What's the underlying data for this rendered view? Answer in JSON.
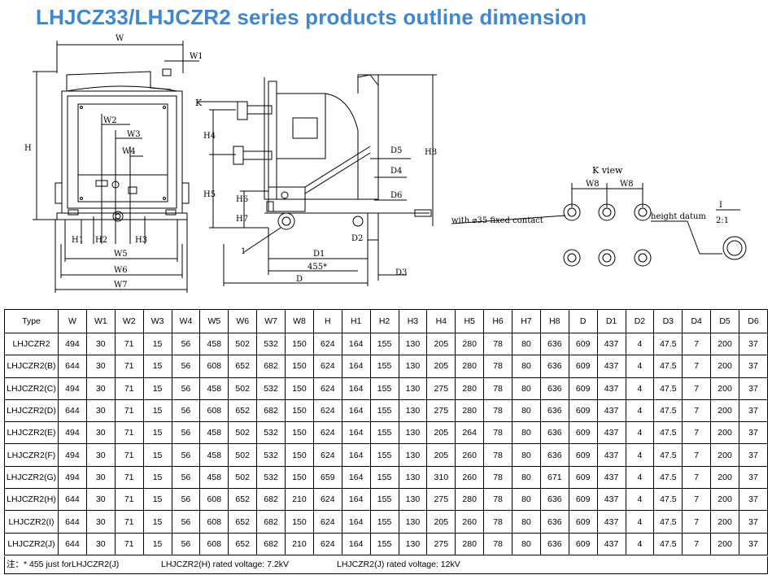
{
  "title": "LHJCZ33/LHJCZR2 series products outline dimension",
  "drawing": {
    "front_labels": {
      "W": "W",
      "W1": "W1",
      "W2": "W2",
      "W3": "W3",
      "W4": "W4",
      "H": "H",
      "H1": "H1",
      "H2": "H2",
      "H3": "H3",
      "W5": "W5",
      "W6": "W6",
      "W7": "W7"
    },
    "side_labels": {
      "K": "K",
      "H4": "H4",
      "H5": "H5",
      "H6": "H6",
      "H7": "H7",
      "D1": "D1",
      "D455": "455*",
      "D": "D",
      "D2": "D2",
      "D3": "D3",
      "D4": "D4",
      "D5": "D5",
      "D6": "D6",
      "H8": "H8",
      "one": "1"
    },
    "kview_labels": {
      "title": "K view",
      "W8a": "W8",
      "W8b": "W8",
      "contact": "with ⌀35 fixed contact",
      "datum": "height datum",
      "detail_I": "I",
      "detail_scale": "2:1"
    }
  },
  "table": {
    "headers": [
      "Type",
      "W",
      "W1",
      "W2",
      "W3",
      "W4",
      "W5",
      "W6",
      "W7",
      "W8",
      "H",
      "H1",
      "H2",
      "H3",
      "H4",
      "H5",
      "H6",
      "H7",
      "H8",
      "D",
      "D1",
      "D2",
      "D3",
      "D4",
      "D5",
      "D6"
    ],
    "rows": [
      [
        "LHJCZR2",
        "494",
        "30",
        "71",
        "15",
        "56",
        "458",
        "502",
        "532",
        "150",
        "624",
        "164",
        "155",
        "130",
        "205",
        "280",
        "78",
        "80",
        "636",
        "609",
        "437",
        "4",
        "47.5",
        "7",
        "200",
        "37"
      ],
      [
        "LHJCZR2(B)",
        "644",
        "30",
        "71",
        "15",
        "56",
        "608",
        "652",
        "682",
        "150",
        "624",
        "164",
        "155",
        "130",
        "205",
        "280",
        "78",
        "80",
        "636",
        "609",
        "437",
        "4",
        "47.5",
        "7",
        "200",
        "37"
      ],
      [
        "LHJCZR2(C)",
        "494",
        "30",
        "71",
        "15",
        "56",
        "458",
        "502",
        "532",
        "150",
        "624",
        "164",
        "155",
        "130",
        "275",
        "280",
        "78",
        "80",
        "636",
        "609",
        "437",
        "4",
        "47.5",
        "7",
        "200",
        "37"
      ],
      [
        "LHJCZR2(D)",
        "644",
        "30",
        "71",
        "15",
        "56",
        "608",
        "652",
        "682",
        "150",
        "624",
        "164",
        "155",
        "130",
        "275",
        "280",
        "78",
        "80",
        "636",
        "609",
        "437",
        "4",
        "47.5",
        "7",
        "200",
        "37"
      ],
      [
        "LHJCZR2(E)",
        "494",
        "30",
        "71",
        "15",
        "56",
        "458",
        "502",
        "532",
        "150",
        "624",
        "164",
        "155",
        "130",
        "205",
        "264",
        "78",
        "80",
        "636",
        "609",
        "437",
        "4",
        "47.5",
        "7",
        "200",
        "37"
      ],
      [
        "LHJCZR2(F)",
        "494",
        "30",
        "71",
        "15",
        "56",
        "458",
        "502",
        "532",
        "150",
        "624",
        "164",
        "155",
        "130",
        "205",
        "260",
        "78",
        "80",
        "636",
        "609",
        "437",
        "4",
        "47.5",
        "7",
        "200",
        "37"
      ],
      [
        "LHJCZR2(G)",
        "494",
        "30",
        "71",
        "15",
        "56",
        "458",
        "502",
        "532",
        "150",
        "659",
        "164",
        "155",
        "130",
        "310",
        "260",
        "78",
        "80",
        "671",
        "609",
        "437",
        "4",
        "47.5",
        "7",
        "200",
        "37"
      ],
      [
        "LHJCZR2(H)",
        "644",
        "30",
        "71",
        "15",
        "56",
        "608",
        "652",
        "682",
        "210",
        "624",
        "164",
        "155",
        "130",
        "275",
        "280",
        "78",
        "80",
        "636",
        "609",
        "437",
        "4",
        "47.5",
        "7",
        "200",
        "37"
      ],
      [
        "LHJCZR2(I)",
        "644",
        "30",
        "71",
        "15",
        "56",
        "608",
        "652",
        "682",
        "150",
        "624",
        "164",
        "155",
        "130",
        "205",
        "260",
        "78",
        "80",
        "636",
        "609",
        "437",
        "4",
        "47.5",
        "7",
        "200",
        "37"
      ],
      [
        "LHJCZR2(J)",
        "644",
        "30",
        "71",
        "15",
        "56",
        "608",
        "652",
        "682",
        "210",
        "624",
        "164",
        "155",
        "130",
        "275",
        "280",
        "78",
        "80",
        "636",
        "609",
        "437",
        "4",
        "47.5",
        "7",
        "200",
        "37"
      ]
    ]
  },
  "notes": {
    "n1": "注：* 455 just forLHJCZR2(J)",
    "n2": "LHJCZR2(H) rated voltage: 7.2kV",
    "n3": "LHJCZR2(J) rated voltage: 12kV"
  }
}
